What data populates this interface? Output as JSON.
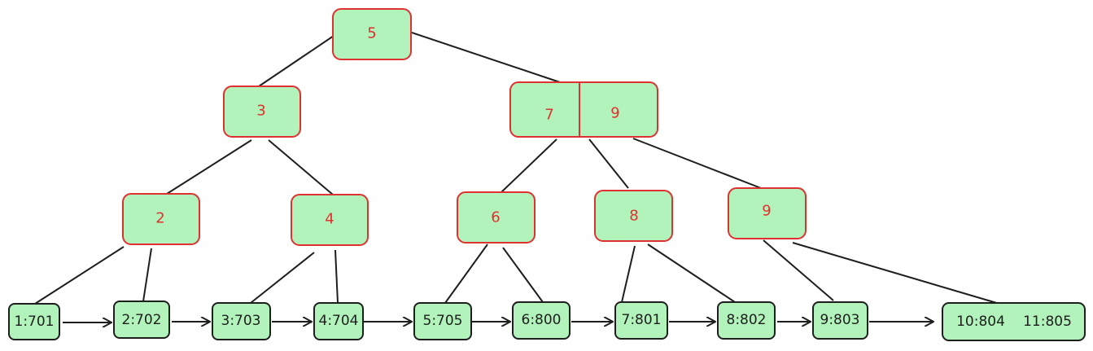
{
  "colors": {
    "node_fill": "#b2f2bb",
    "internal_stroke": "#e03131",
    "internal_text": "#e03131",
    "leaf_stroke": "#1e1e1e",
    "leaf_text": "#1e1e1e",
    "edge": "#1e1e1e"
  },
  "tree": {
    "root": {
      "keys": [
        "5"
      ]
    },
    "level1": [
      {
        "keys": [
          "3"
        ]
      },
      {
        "keys": [
          "7",
          "9"
        ]
      }
    ],
    "level2": [
      {
        "keys": [
          "2"
        ]
      },
      {
        "keys": [
          "4"
        ]
      },
      {
        "keys": [
          "6"
        ]
      },
      {
        "keys": [
          "8"
        ]
      },
      {
        "keys": [
          "9"
        ]
      }
    ],
    "leaves": [
      {
        "entries": [
          "1:701"
        ]
      },
      {
        "entries": [
          "2:702"
        ]
      },
      {
        "entries": [
          "3:703"
        ]
      },
      {
        "entries": [
          "4:704"
        ]
      },
      {
        "entries": [
          "5:705"
        ]
      },
      {
        "entries": [
          "6:800"
        ]
      },
      {
        "entries": [
          "7:801"
        ]
      },
      {
        "entries": [
          "8:802"
        ]
      },
      {
        "entries": [
          "9:803"
        ]
      },
      {
        "entries": [
          "10:804",
          "11:805"
        ]
      }
    ]
  }
}
